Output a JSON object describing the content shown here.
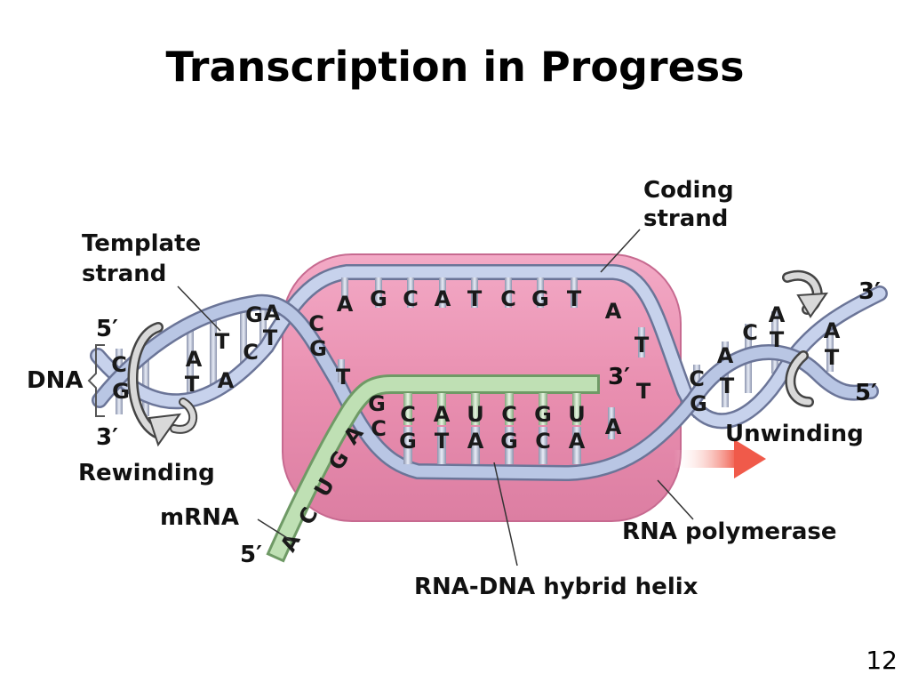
{
  "title": "Transcription in Progress",
  "page_number": "12",
  "labels": {
    "coding_strand": [
      "Coding",
      "strand"
    ],
    "template_strand": [
      "Template",
      "strand"
    ],
    "dna": "DNA",
    "five_prime": "5′",
    "three_prime": "3′",
    "rewinding": "Rewinding",
    "unwinding": "Unwinding",
    "mrna": "mRNA",
    "rna_polymerase": "RNA polymerase",
    "hybrid_helix": "RNA-DNA hybrid helix"
  },
  "sequences": {
    "coding_top": [
      "A",
      "G",
      "C",
      "A",
      "T",
      "C",
      "G",
      "T"
    ],
    "rna_in_hybrid": [
      "C",
      "A",
      "U",
      "C",
      "G",
      "U"
    ],
    "template_in_hybrid": [
      "G",
      "T",
      "A",
      "G",
      "C",
      "A"
    ],
    "mrna_exit": [
      "A",
      "C",
      "U",
      "G",
      "A"
    ],
    "left_helix_bases": [
      "C",
      "G",
      "A",
      "T",
      "T",
      "A",
      "G",
      "C",
      "A",
      "T",
      "G",
      "C",
      "T"
    ],
    "right_helix_bases": [
      "C",
      "G",
      "A",
      "T",
      "C",
      "A",
      "A",
      "T",
      "T",
      "A",
      "T"
    ]
  },
  "colors": {
    "polymerase": "#e98fb0",
    "polymerase_edge": "#c76a90",
    "dna_strand": "#b9c6e4",
    "dna_strand_edge": "#6b7598",
    "rna_strand": "#bfe0b4",
    "rna_strand_edge": "#6f9a66",
    "arrow": "#f05a4a"
  }
}
